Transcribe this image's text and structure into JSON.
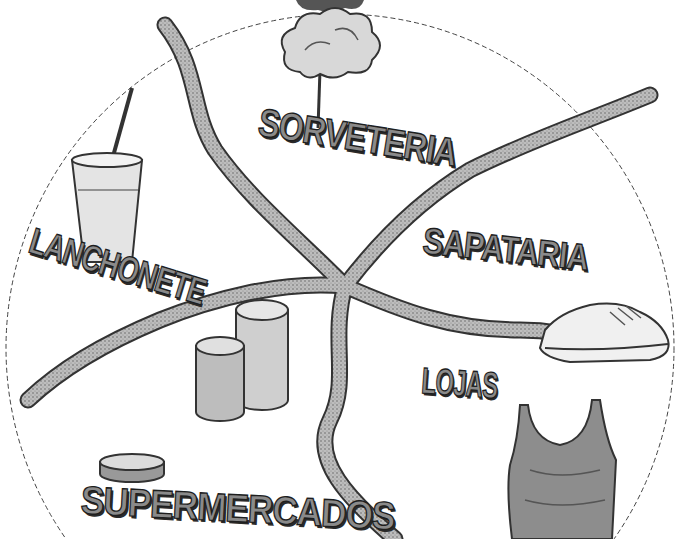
{
  "diagram": {
    "labels": [
      "SORVETERIA",
      "LANCHONETE",
      "SAPATARIA",
      "LOJAS",
      "SUPERMERCADOS"
    ]
  }
}
